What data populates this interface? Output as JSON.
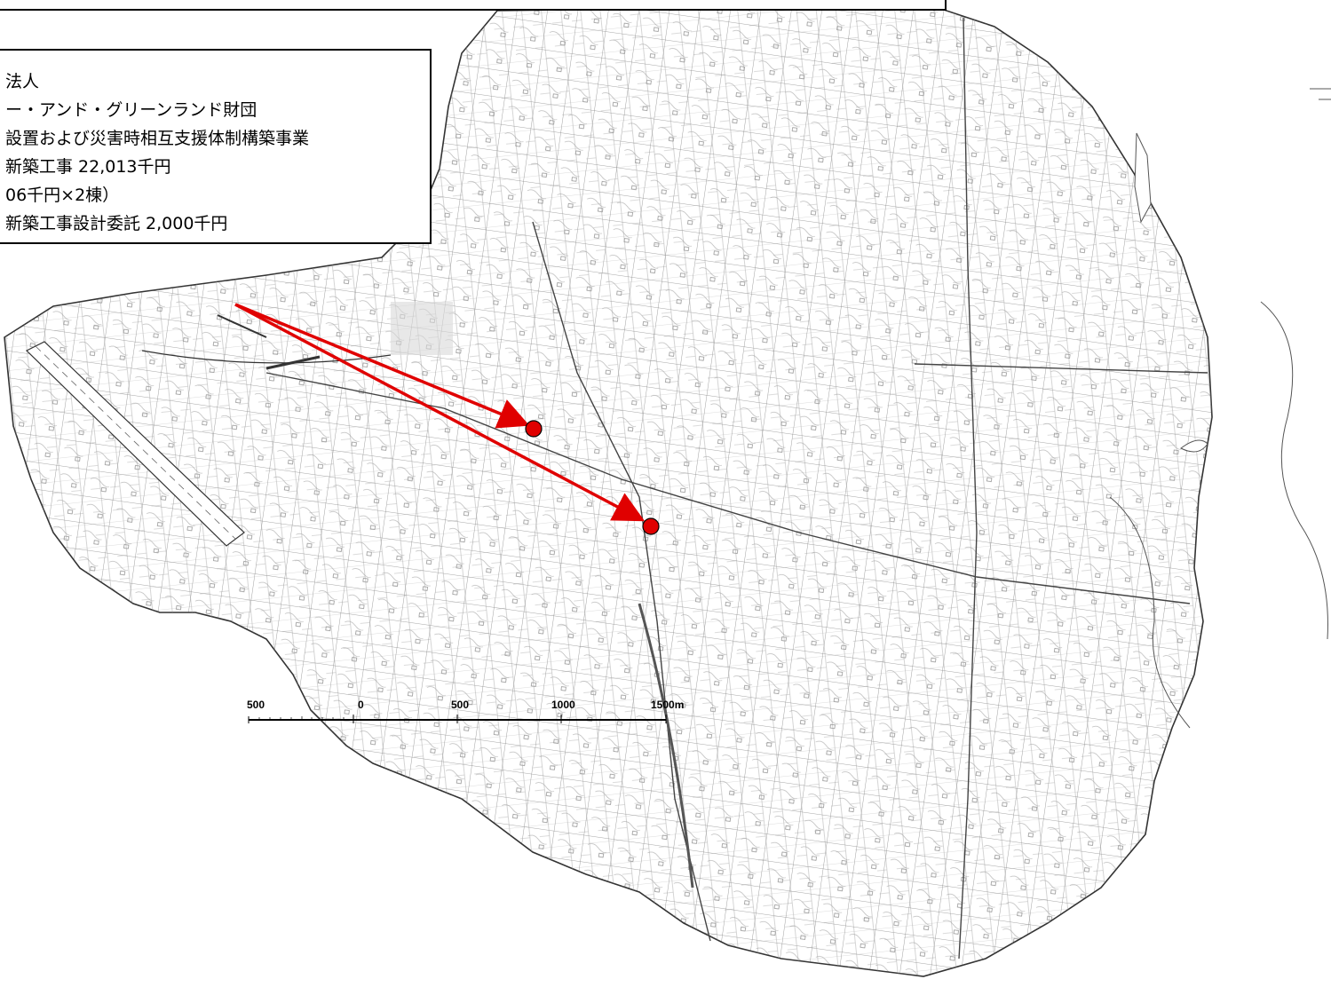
{
  "info_box": {
    "lines": [
      "法人",
      "ー・アンド・グリーンランド財団",
      "設置および災害時相互支援体制構築事業",
      "新築工事   22,013千円",
      "06千円×2棟）",
      "新築工事設計委託   2,000千円"
    ]
  },
  "scale_bar": {
    "labels": [
      "500",
      "0",
      "500",
      "1000",
      "1500m"
    ]
  },
  "markers": {
    "color": "#e00000",
    "count": 2
  },
  "arrows": {
    "color": "#e00000"
  }
}
